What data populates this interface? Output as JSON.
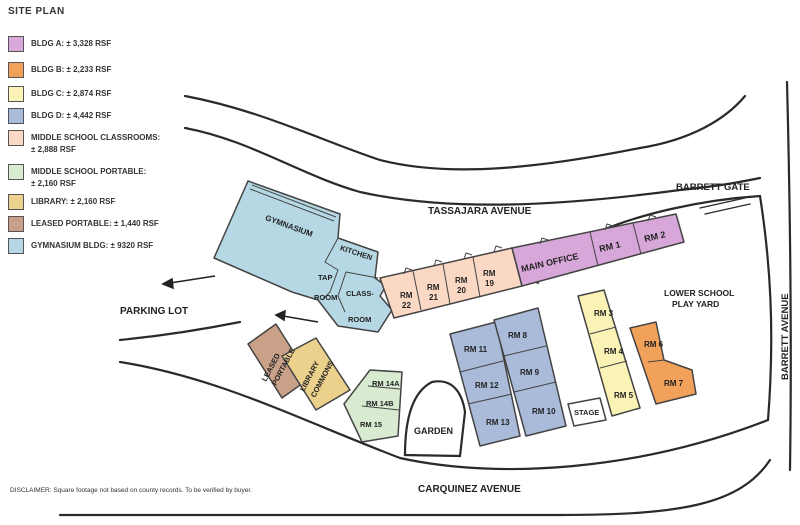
{
  "title": "SITE PLAN",
  "legend": [
    {
      "label": "BLDG A: ± 3,328 RSF",
      "color": "#d6a7d8"
    },
    {
      "label": "BLDG B: ± 2,233 RSF",
      "color": "#f2a15b"
    },
    {
      "label": "BLDG C: ± 2,874 RSF",
      "color": "#fbf3b5"
    },
    {
      "label": "BLDG D: ± 4,442 RSF",
      "color": "#a9bbd9"
    },
    {
      "label": "MIDDLE SCHOOL CLASSROOMS:\n± 2,888 RSF",
      "color": "#fbd8c4"
    },
    {
      "label": "MIDDLE SCHOOL PORTABLE:\n± 2,160 RSF",
      "color": "#d8ebd1"
    },
    {
      "label": "LIBRARY: ± 2,160 RSF",
      "color": "#ecd18d"
    },
    {
      "label": "LEASED PORTABLE: ± 1,440 RSF",
      "color": "#c9a088"
    },
    {
      "label": "GYMNASIUM BLDG: ± 9320 RSF",
      "color": "#b6d8e4"
    }
  ],
  "streets": {
    "tassajara": "TASSAJARA AVENUE",
    "barrett_gate": "BARRETT GATE",
    "barrett": "BARRETT AVENUE",
    "carquinez": "CARQUINEZ AVENUE"
  },
  "areas": {
    "parking_lot": "PARKING LOT",
    "play_yard_1": "LOWER SCHOOL",
    "play_yard_2": "PLAY YARD",
    "garden": "GARDEN",
    "stage": "STAGE"
  },
  "rooms": {
    "gymnasium": "GYMNASIUM",
    "kitchen": "KITCHEN",
    "tap": "TAP",
    "tap_room": "ROOM",
    "class": "CLASS-",
    "class_room": "ROOM",
    "main_office": "MAIN OFFICE",
    "rm1": "RM 1",
    "rm2": "RM 2",
    "rm3": "RM 3",
    "rm4": "RM 4",
    "rm5": "RM 5",
    "rm6": "RM 6",
    "rm7": "RM 7",
    "rm8": "RM 8",
    "rm9": "RM 9",
    "rm10": "RM 10",
    "rm11": "RM 11",
    "rm12": "RM 12",
    "rm13": "RM 13",
    "rm14a": "RM 14A",
    "rm14b": "RM 14B",
    "rm15": "RM 15",
    "rm19_a": "RM",
    "rm19_b": "19",
    "rm20_a": "RM",
    "rm20_b": "20",
    "rm21_a": "RM",
    "rm21_b": "21",
    "rm22_a": "RM",
    "rm22_b": "22",
    "leased_1": "LEASED",
    "leased_2": "PORTABLE",
    "library_1": "LIBRARY",
    "library_2": "COMMONS"
  },
  "disclaimer": "DISCLAIMER: Square footage not based on county records. To be verified by buyer."
}
